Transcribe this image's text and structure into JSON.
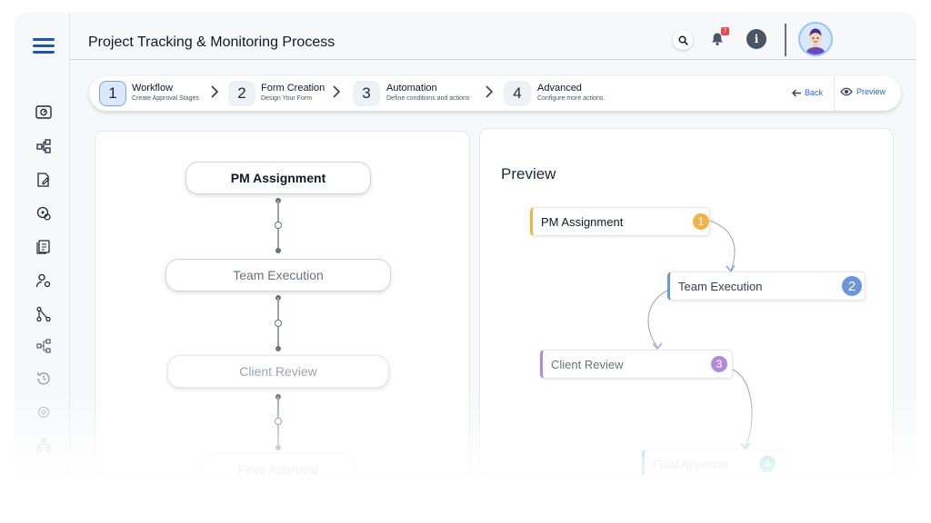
{
  "header": {
    "title": "Project Tracking & Monitoring Process",
    "notification_count": "7"
  },
  "steps": [
    {
      "number": "1",
      "title": "Workflow",
      "subtitle": "Create Approval Stages"
    },
    {
      "number": "2",
      "title": "Form Creation",
      "subtitle": "Design Your Form"
    },
    {
      "number": "3",
      "title": "Automation",
      "subtitle": "Define conditions and actions"
    },
    {
      "number": "4",
      "title": "Advanced",
      "subtitle": "Configure more actions."
    }
  ],
  "nav": {
    "back_label": "Back",
    "preview_label": "Preview"
  },
  "workflow": {
    "nodes": [
      "PM Assignment",
      "Team Execution",
      "Client Review",
      "Final Approval"
    ]
  },
  "preview": {
    "title": "Preview",
    "nodes": [
      {
        "label": "PM Assignment",
        "number": "1",
        "color": "#f0b34a"
      },
      {
        "label": "Team Execution",
        "number": "2",
        "color": "#6d96d9"
      },
      {
        "label": "Client Review",
        "number": "3",
        "color": "#b18ad8"
      },
      {
        "label": "Final Approval",
        "number": "4",
        "color": "#3fb6a8"
      }
    ]
  },
  "sidebar": {
    "icons": [
      "dashboard-icon",
      "workflow-icon",
      "form-edit-icon",
      "automation-icon",
      "documents-icon",
      "user-settings-icon",
      "hierarchy-icon",
      "process-icon",
      "history-icon",
      "settings-icon",
      "org-chart-icon"
    ]
  },
  "colors": {
    "accent": "#1e56b0",
    "link": "#2563eb"
  }
}
